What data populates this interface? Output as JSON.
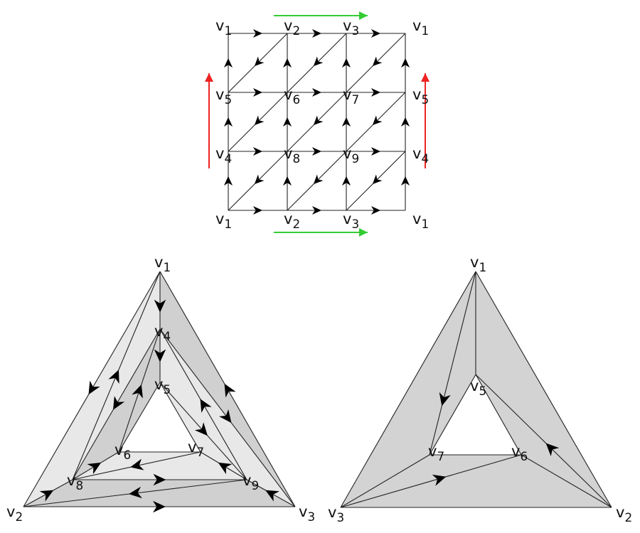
{
  "colors": {
    "edge": "#222222",
    "arrow": "#000000",
    "vertical_identification": "#ee2222",
    "horizontal_identification": "#33cc33",
    "shade_light": "#e8e8e8",
    "shade_dark": "#d0d0d0",
    "shade_right": "#d3d3d3"
  },
  "grid": {
    "title": "Torus triangulation grid",
    "label_rows": [
      [
        "v1",
        "v2",
        "v3",
        "v1"
      ],
      [
        "v5",
        "v6",
        "v7",
        "v5"
      ],
      [
        "v4",
        "v8",
        "v9",
        "v4"
      ],
      [
        "v1",
        "v2",
        "v3",
        "v1"
      ]
    ]
  },
  "left_triangle": {
    "labels": [
      "v1",
      "v2",
      "v3",
      "v4",
      "v5",
      "v6",
      "v7",
      "v8",
      "v9"
    ]
  },
  "right_triangle": {
    "labels": [
      "v1",
      "v2",
      "v3",
      "v5",
      "v6",
      "v7"
    ]
  }
}
